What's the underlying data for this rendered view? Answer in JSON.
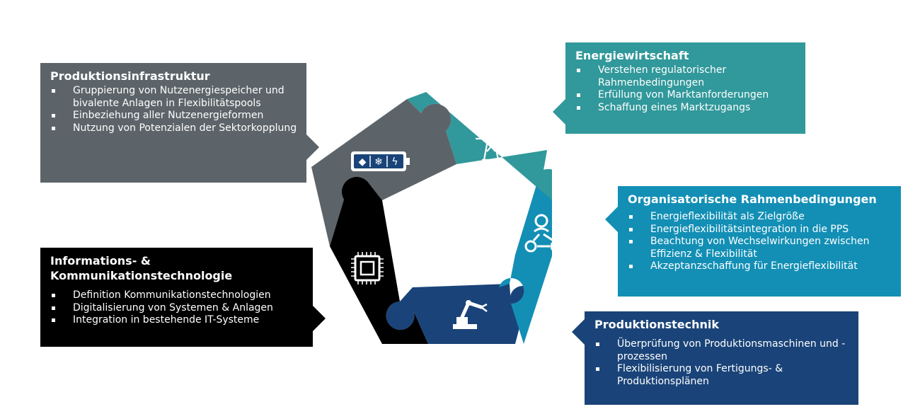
{
  "colors": {
    "produktionsinfrastruktur": "#5c6469",
    "energiewirtschaft": "#31989b",
    "organisatorisch": "#138fb5",
    "iuk": "#000000",
    "produktionstechnik": "#1a4479"
  },
  "icons": {
    "produktionsinfrastruktur": "battery-energy-forms-icon",
    "energiewirtschaft": "power-pylon-icon",
    "organisatorisch": "org-people-icon",
    "iuk": "microchip-icon",
    "produktionstechnik": "robot-arm-icon"
  },
  "produktionsinfrastruktur": {
    "title": "Produktionsinfrastruktur",
    "items": [
      "Gruppierung von Nutzenergiespeicher und bivalente Anlagen in Flexibilitätspools",
      "Einbeziehung aller Nutzenergieformen",
      "Nutzung von Potenzialen der Sektorkopplung"
    ]
  },
  "energiewirtschaft": {
    "title": "Energiewirtschaft",
    "items": [
      "Verstehen regulatorischer Rahmenbedingungen",
      "Erfüllung von Marktanforderungen",
      "Schaffung eines Marktzugangs"
    ]
  },
  "organisatorisch": {
    "title": "Organisatorische Rahmenbedingungen",
    "items": [
      "Energieflexibilität als Zielgröße",
      "Energieflexibilitätsintegration in die PPS",
      "Beachtung von Wechselwirkungen zwischen Effizienz & Flexibilität",
      "Akzeptanzschaffung für Energieflexibilität"
    ]
  },
  "iuk": {
    "title": "Informations- & Kommunikationstechnologie",
    "items": [
      "Definition Kommunikationstechnologien",
      "Digitalisierung von Systemen & Anlagen",
      "Integration in bestehende IT-Systeme"
    ]
  },
  "produktionstechnik": {
    "title": "Produktionstechnik",
    "items": [
      "Überprüfung von Produktionsmaschinen und -prozessen",
      "Flexibilisierung von Fertigungs- & Produktionsplänen"
    ]
  }
}
